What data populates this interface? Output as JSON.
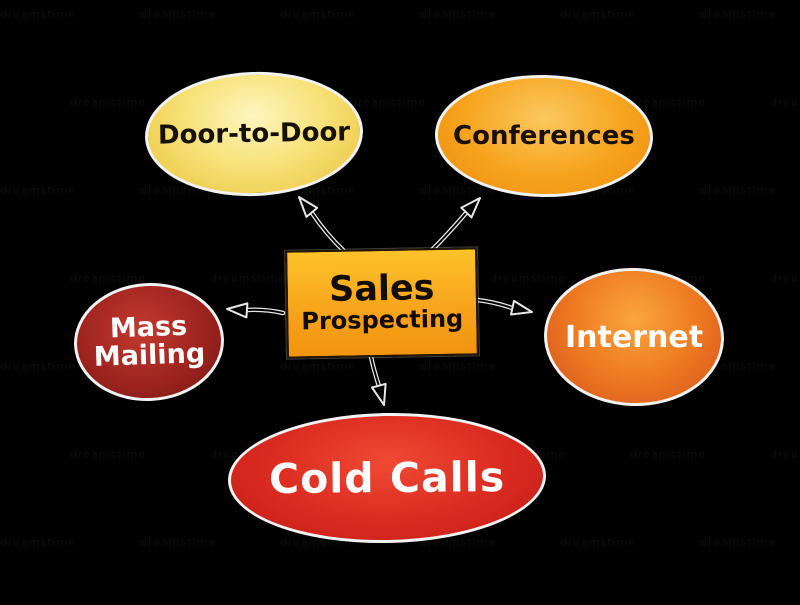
{
  "title": "Sales Prospecting mind map",
  "watermark": {
    "text": "dreamstime",
    "rows": 7,
    "cols": 6
  },
  "center": {
    "line1": "Sales",
    "line2": "Prospecting"
  },
  "nodes": {
    "door": {
      "label": "Door-to-Door"
    },
    "conferences": {
      "label": "Conferences"
    },
    "mass": {
      "label": "Mass Mailing"
    },
    "internet": {
      "label": "Internet"
    },
    "cold": {
      "label": "Cold Calls"
    }
  },
  "colors": {
    "background": "#000000",
    "door_fill": "#f6dc6a",
    "conferences_fill": "#f6a31c",
    "mass_fill": "#9e2420",
    "internet_fill": "#ef7c22",
    "cold_fill": "#d8261d",
    "center_fill": "#f7a21b",
    "node_outline": "#f2f2f2",
    "text_dark": "#161006",
    "text_light": "#ffffff"
  }
}
